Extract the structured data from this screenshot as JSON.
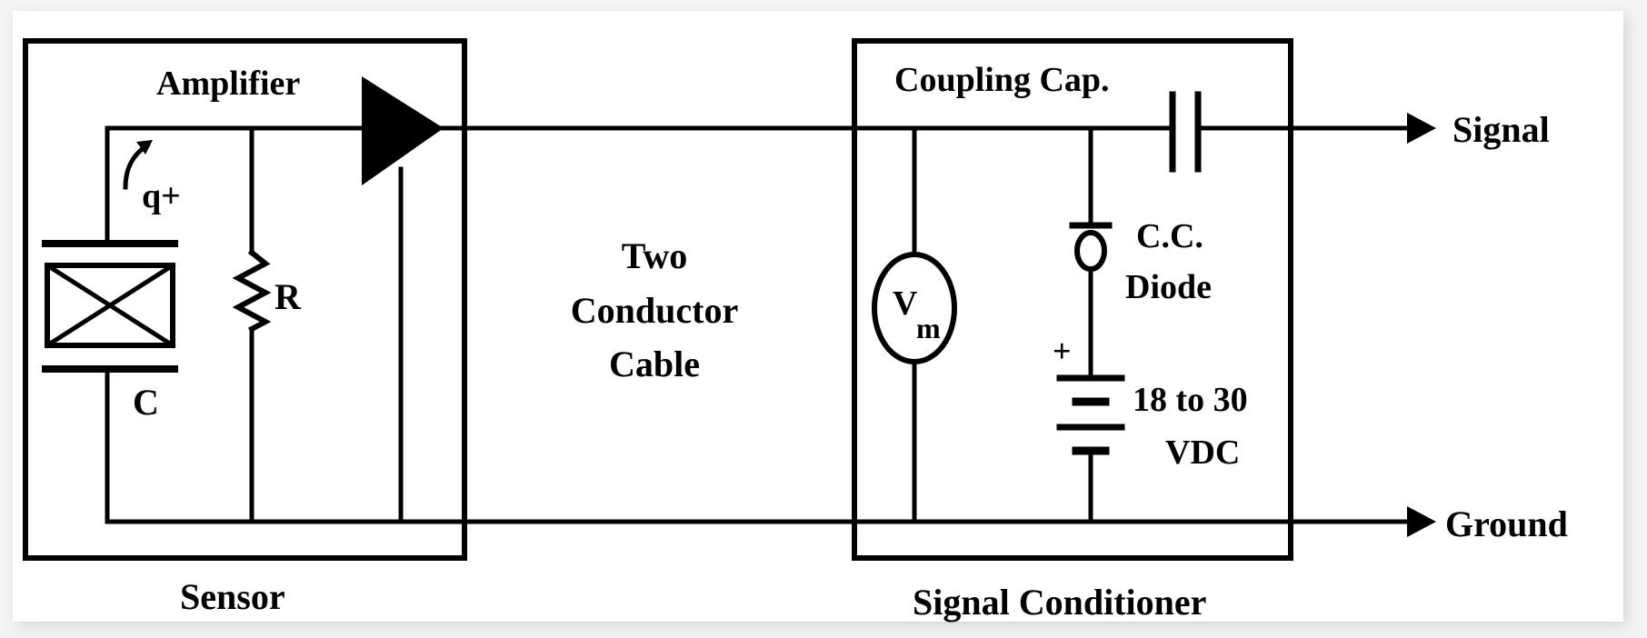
{
  "sensor": {
    "caption": "Sensor",
    "amplifier_label": "Amplifier",
    "charge_label": "q+",
    "resistor_label": "R",
    "capacitor_label": "C"
  },
  "cable": {
    "label_lines": [
      "Two",
      "Conductor",
      "Cable"
    ]
  },
  "conditioner": {
    "caption": "Signal Conditioner",
    "coupling_cap_label": "Coupling Cap.",
    "meter_label": "V",
    "meter_subscript": "m",
    "diode_label_lines": [
      "C.C.",
      "Diode"
    ],
    "battery_plus": "+",
    "battery_label_lines": [
      "18 to 30",
      "VDC"
    ]
  },
  "outputs": {
    "signal": "Signal",
    "ground": "Ground"
  }
}
